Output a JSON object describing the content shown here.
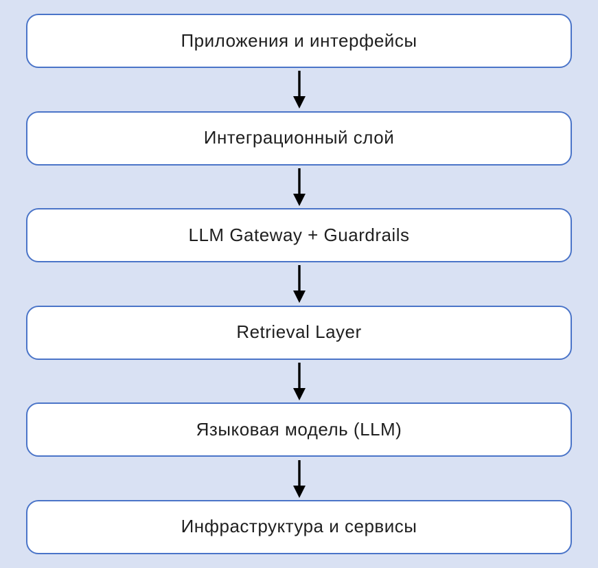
{
  "diagram": {
    "type": "flowchart",
    "orientation": "top-down",
    "nodes": [
      {
        "id": "applications",
        "label": "Приложения и интерфейсы"
      },
      {
        "id": "integration",
        "label": "Интеграционный слой"
      },
      {
        "id": "gateway",
        "label": "LLM Gateway + Guardrails"
      },
      {
        "id": "retrieval",
        "label": "Retrieval Layer"
      },
      {
        "id": "llm",
        "label": "Языковая модель (LLM)"
      },
      {
        "id": "infrastructure",
        "label": "Инфраструктура и сервисы"
      }
    ],
    "edges": [
      {
        "from": "applications",
        "to": "integration"
      },
      {
        "from": "integration",
        "to": "gateway"
      },
      {
        "from": "gateway",
        "to": "retrieval"
      },
      {
        "from": "retrieval",
        "to": "llm"
      },
      {
        "from": "llm",
        "to": "infrastructure"
      }
    ],
    "colors": {
      "background": "#d9e1f3",
      "node_fill": "#ffffff",
      "node_border": "#4a74c8",
      "text": "#1f1f1f",
      "arrow": "#000000"
    }
  }
}
